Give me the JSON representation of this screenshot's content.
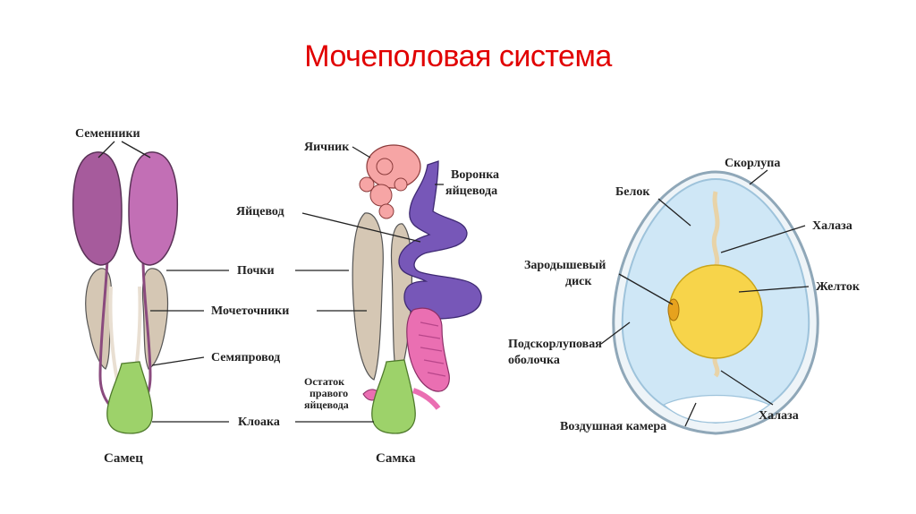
{
  "title": "Мочеполовая система",
  "colors": {
    "title": "#e10000",
    "testes": "#a65b9c",
    "kidney": "#d5c7b4",
    "cloaca": "#9dd26a",
    "ovary": "#f6a5a5",
    "oviduct": "#7757b8",
    "shell_gland": "#ea6fb2",
    "egg_white": "#cfe7f6",
    "yolk": "#f7d44a"
  },
  "male": {
    "caption": "Самец",
    "labels": {
      "testes": "Семенники",
      "kidneys": "Почки",
      "ureters": "Мочеточники",
      "vas_deferens": "Семяпровод",
      "cloaca": "Клоака"
    }
  },
  "female": {
    "caption": "Самка",
    "labels": {
      "ovary": "Яичник",
      "infundibulum_1": "Воронка",
      "infundibulum_2": "яйцевода",
      "oviduct": "Яйцевод",
      "remnant_1": "Остаток",
      "remnant_2": "правого",
      "remnant_3": "яйцевода"
    }
  },
  "egg": {
    "labels": {
      "shell": "Скорлупа",
      "albumen": "Белок",
      "chalaza_top": "Халаза",
      "germinal_disc_1": "Зародышевый",
      "germinal_disc_2": "диск",
      "yolk": "Желток",
      "membrane_1": "Подскорлуповая",
      "membrane_2": "оболочка",
      "air_cell": "Воздушная камера",
      "chalaza_bottom": "Халаза"
    }
  }
}
